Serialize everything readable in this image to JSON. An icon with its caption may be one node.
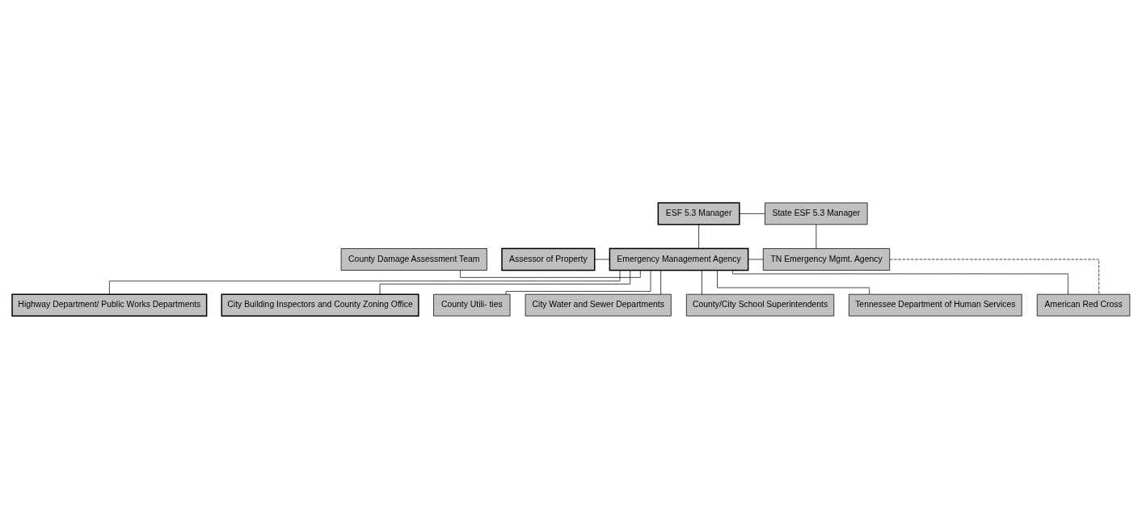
{
  "diagram": {
    "nodes": [
      {
        "text": [
          "ESF 5.3 Manager"
        ]
      },
      {
        "text": [
          "State ESF 5.3 Manager"
        ]
      },
      {
        "text": [
          "County Damage Assessment Team"
        ]
      },
      {
        "text": [
          "Assessor of Property"
        ]
      },
      {
        "text": [
          "Emergency Management Agency"
        ]
      },
      {
        "text": [
          "TN Emergency Mgmt. Agency"
        ]
      },
      {
        "text": [
          "Highway Department/ Public Works Departments"
        ]
      },
      {
        "text": [
          "City Building Inspectors and County Zoning Office"
        ]
      },
      {
        "text": [
          "County Utili- ties"
        ]
      },
      {
        "text": [
          "City Water and Sewer Departments"
        ]
      },
      {
        "text": [
          "County/City School Superintendents"
        ]
      },
      {
        "text": [
          "Tennessee Department of Human Services"
        ]
      },
      {
        "text": [
          "American Red Cross"
        ]
      }
    ],
    "edges": [
      {
        "from": 0,
        "to": 1,
        "arrow": "none"
      },
      {
        "from": 0,
        "to": 4,
        "arrow": "none"
      },
      {
        "from": 1,
        "to": 5,
        "arrow": "none"
      },
      {
        "from": 2,
        "to": 4,
        "arrow": "none"
      },
      {
        "from": 3,
        "to": 4,
        "arrow": "none"
      },
      {
        "from": 4,
        "to": 5,
        "arrow": "none"
      },
      {
        "from": 4,
        "to": 6,
        "arrow": "none"
      },
      {
        "from": 4,
        "to": 7,
        "arrow": "none"
      },
      {
        "from": 4,
        "to": 8,
        "arrow": "none"
      },
      {
        "from": 4,
        "to": 9,
        "arrow": "none"
      },
      {
        "from": 4,
        "to": 10,
        "arrow": "none"
      },
      {
        "from": 4,
        "to": 11,
        "arrow": "none"
      },
      {
        "from": 4,
        "to": 12,
        "arrow": "none"
      },
      {
        "from": 5,
        "to": 12,
        "arrow": "none",
        "style": "dashed"
      }
    ]
  }
}
